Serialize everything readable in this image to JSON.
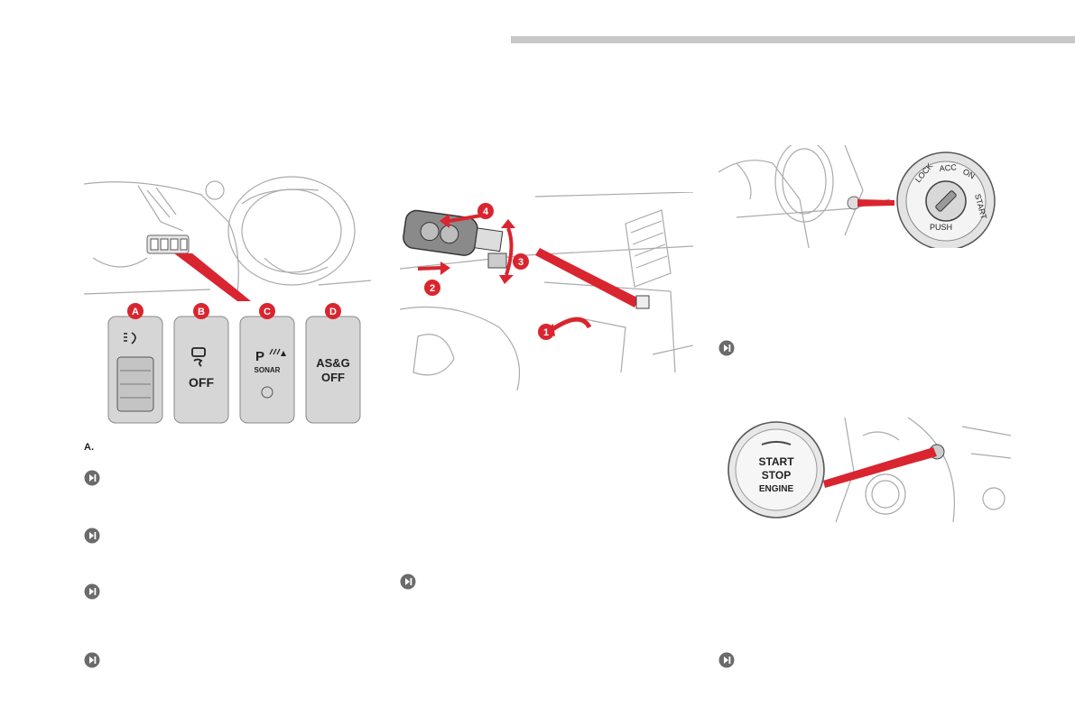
{
  "switch_panel": {
    "badges": [
      "A",
      "B",
      "C",
      "D"
    ],
    "b_label": "OFF",
    "c_label_top": "P",
    "c_label_bottom": "SONAR",
    "d_label_line1": "AS&G",
    "d_label_line2": "OFF"
  },
  "caption": {
    "a_label": "A."
  },
  "glovebox_figure": {
    "steps": [
      "1",
      "2",
      "3",
      "4"
    ]
  },
  "ignition_dial": {
    "lock": "LOCK",
    "acc": "ACC",
    "on": "ON",
    "start": "START",
    "push": "PUSH"
  },
  "start_button": {
    "line1": "START",
    "line2": "STOP",
    "line3": "ENGINE"
  },
  "colors": {
    "accent_red": "#d9252f",
    "bullet_gray": "#6b6b6b",
    "top_bar": "#c8c8c8"
  }
}
